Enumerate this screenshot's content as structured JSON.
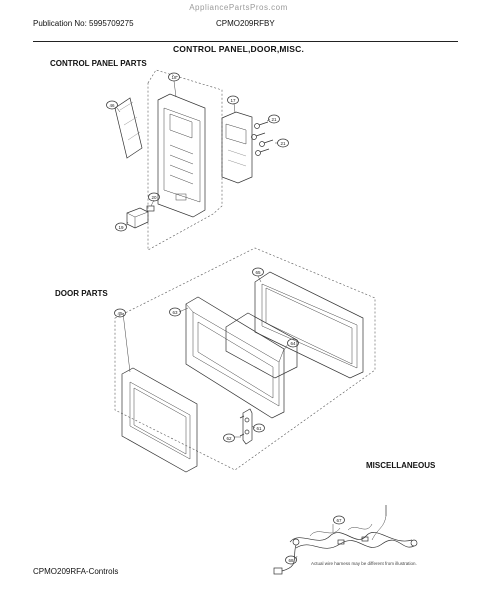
{
  "watermark": "AppliancePartsPros.com",
  "header": {
    "publication": "Publication No: 5995709275",
    "model": "CPMO209RFBY"
  },
  "title": "CONTROL PANEL,DOOR,MISC.",
  "sections": {
    "control_panel": "CONTROL PANEL PARTS",
    "door": "DOOR PARTS",
    "misc": "MISCELLANEOUS"
  },
  "callouts": {
    "c18": "18",
    "c46": "46",
    "c17": "17",
    "c21a": "21",
    "c21b": "21",
    "c20": "20",
    "c19": "19",
    "c65": "65",
    "c63": "63",
    "c64": "64",
    "c45": "45",
    "c61": "61",
    "c62": "62",
    "c67": "67",
    "c68": "68"
  },
  "wire_note": "Actual wire harness may be different from illustration.",
  "footer": "CPMO209RFA-Controls"
}
